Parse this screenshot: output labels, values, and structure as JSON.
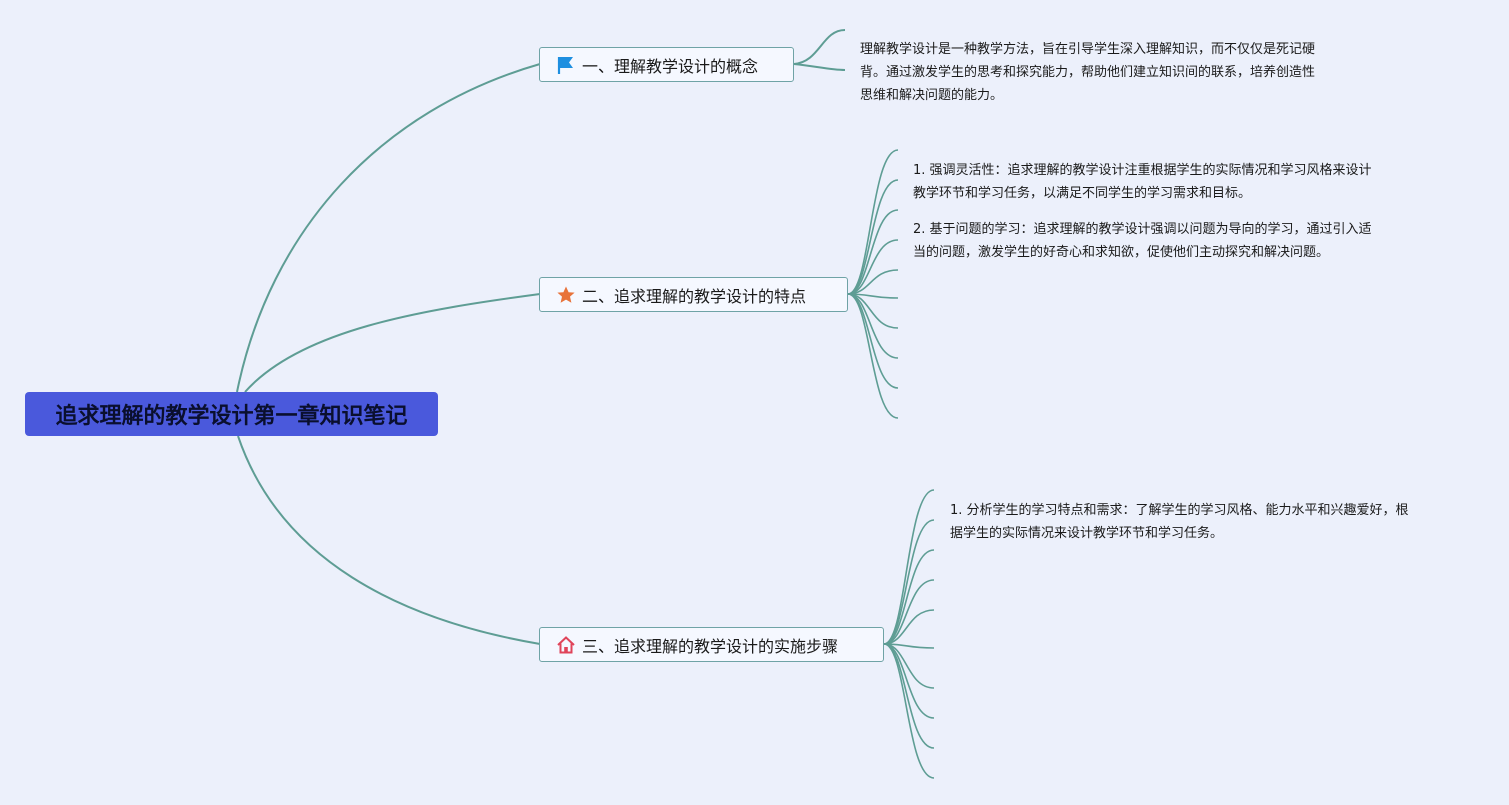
{
  "root": {
    "title": "追求理解的教学设计第一章知识笔记"
  },
  "topics": [
    {
      "label": "一、理解教学设计的概念",
      "icon": "flag-icon",
      "notes": [
        [
          "理解教学设计是一种教学方法，旨在引导学生深入理解知识，而不仅仅是死记硬",
          "背。通过激发学生的思考和探究能力，帮助他们建立知识间的联系，培养创造性",
          "思维和解决问题的能力。"
        ]
      ]
    },
    {
      "label": "二、追求理解的教学设计的特点",
      "icon": "star-icon",
      "notes": [
        [
          "1. 强调灵活性：追求理解的教学设计注重根据学生的实际情况和学习风格来设计",
          "教学环节和学习任务，以满足不同学生的学习需求和目标。"
        ],
        [
          "2. 基于问题的学习：追求理解的教学设计强调以问题为导向的学习，通过引入适",
          "当的问题，激发学生的好奇心和求知欲，促使他们主动探究和解决问题。"
        ]
      ]
    },
    {
      "label": "三、追求理解的教学设计的实施步骤",
      "icon": "home-icon",
      "notes": [
        [
          "1. 分析学生的学习特点和需求：了解学生的学习风格、能力水平和兴趣爱好，根",
          "据学生的实际情况来设计教学环节和学习任务。"
        ]
      ]
    }
  ],
  "colors": {
    "background": "#ecf0fb",
    "root_fill": "#4a59dc",
    "line": "#5e9d94",
    "topic_border": "#6fa3a6",
    "flag": "#1e8fe0",
    "star": "#e8733a",
    "home": "#e0445a"
  }
}
